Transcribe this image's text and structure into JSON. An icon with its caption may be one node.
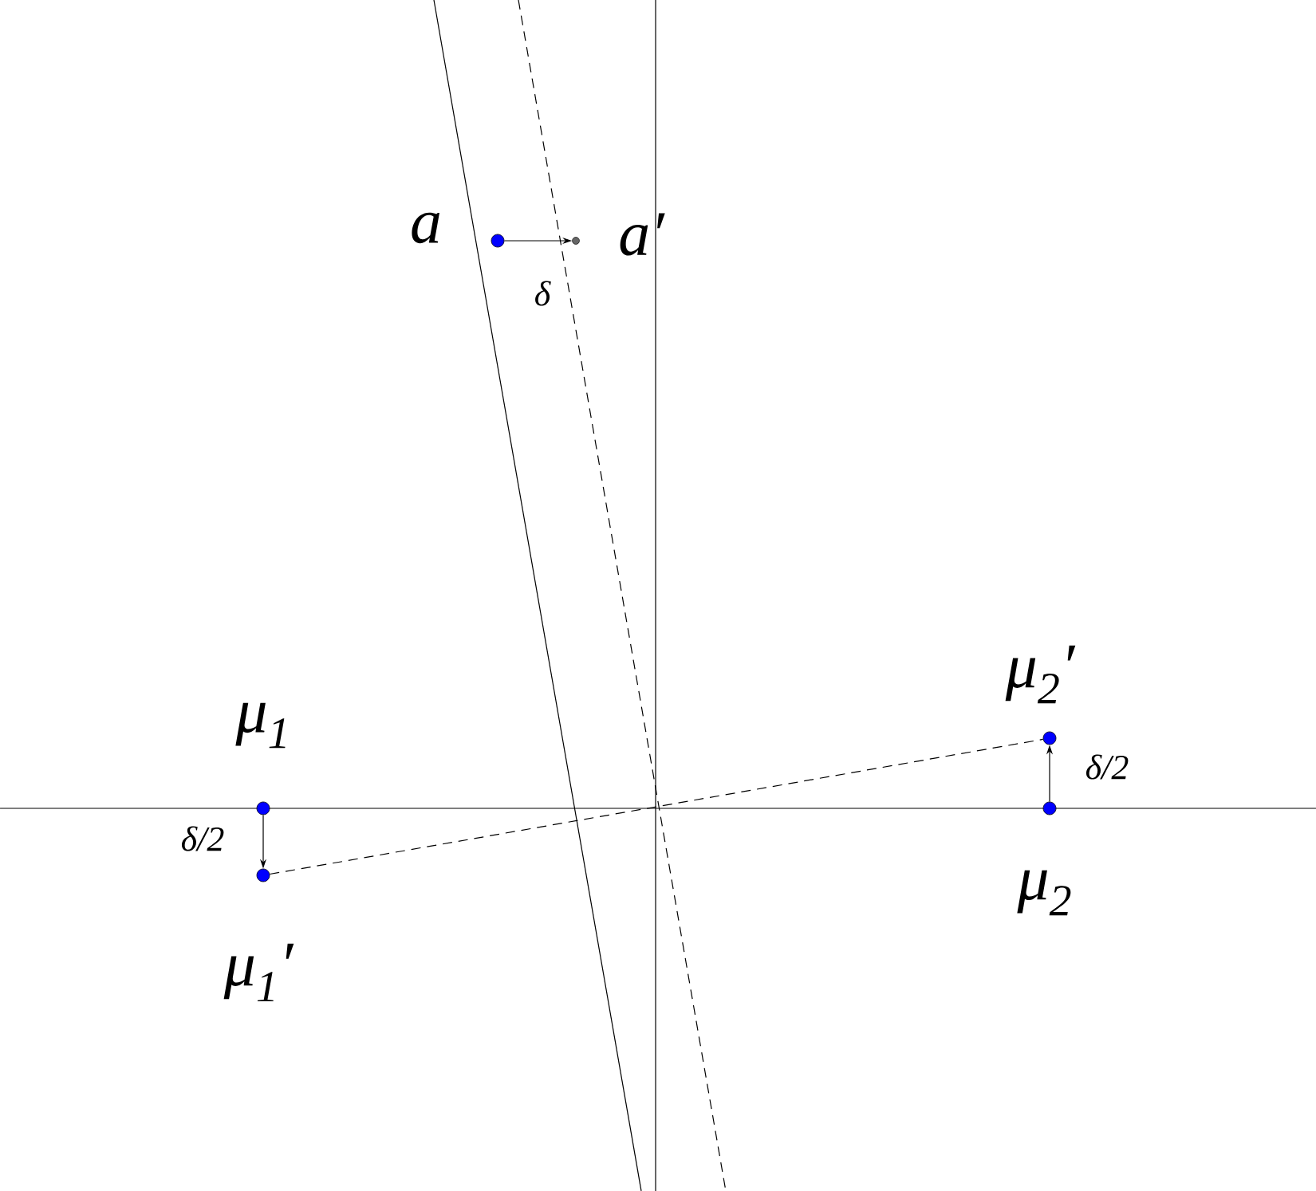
{
  "diagram": {
    "nodes": [
      {
        "text": [],
        "shape": "circle",
        "beside": [
          "a"
        ]
      },
      {
        "text": [],
        "shape": "circle",
        "beside": [
          "a′"
        ]
      },
      {
        "text": [],
        "shape": "circle",
        "beside": [
          "μ$_{2}$′"
        ]
      },
      {
        "text": [],
        "shape": "circle",
        "beside": [
          "μ$_{1}$"
        ]
      },
      {
        "text": [],
        "shape": "circle",
        "beside": [
          "μ$_{2}$"
        ]
      },
      {
        "text": [],
        "shape": "circle",
        "beside": [
          "μ$_{1}$′"
        ]
      }
    ],
    "edges": [
      {
        "from": 0,
        "to": 1,
        "arrow": "to",
        "label": "δ"
      },
      {
        "from": 3,
        "to": 5,
        "arrow": "to",
        "label": "δ/2"
      },
      {
        "from": 4,
        "to": 2,
        "arrow": "to",
        "label": "δ/2"
      },
      {
        "from": 5,
        "to": 2,
        "arrow": "none",
        "style": "dashed"
      }
    ]
  }
}
